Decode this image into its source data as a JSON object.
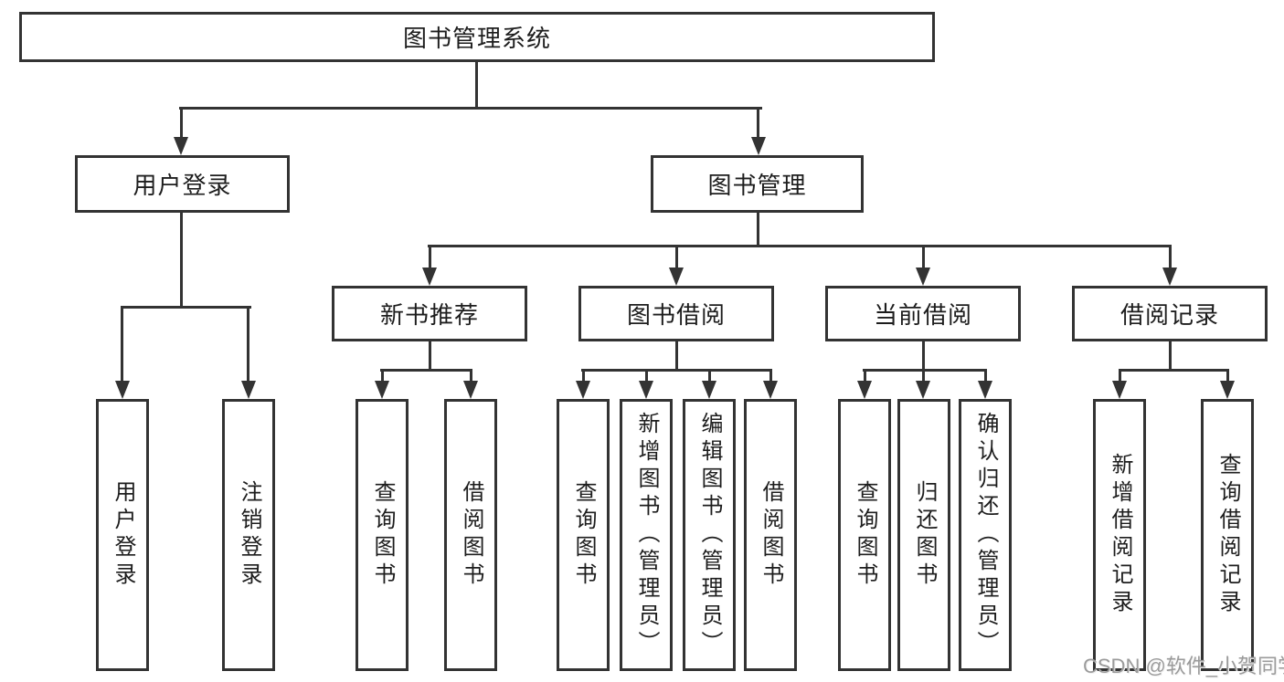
{
  "tree": {
    "label": "图书管理系统",
    "children": [
      {
        "label": "用户登录",
        "children": [
          {
            "label": "用户登录"
          },
          {
            "label": "注销登录"
          }
        ]
      },
      {
        "label": "图书管理",
        "children": [
          {
            "label": "新书推荐",
            "children": [
              {
                "label": "查询图书"
              },
              {
                "label": "借阅图书"
              }
            ]
          },
          {
            "label": "图书借阅",
            "children": [
              {
                "label": "查询图书"
              },
              {
                "label": "新增图书（管理员）"
              },
              {
                "label": "编辑图书（管理员）"
              },
              {
                "label": "借阅图书"
              }
            ]
          },
          {
            "label": "当前借阅",
            "children": [
              {
                "label": "查询图书"
              },
              {
                "label": "归还图书"
              },
              {
                "label": "确认归还（管理员）"
              }
            ]
          },
          {
            "label": "借阅记录",
            "children": [
              {
                "label": "新增借阅记录"
              },
              {
                "label": "查询借阅记录"
              }
            ]
          }
        ]
      }
    ]
  },
  "watermark": {
    "text": "CSDN @软件_小贺同学"
  },
  "colors": {
    "line": "#333333",
    "text": "#1d1d1d",
    "box_fill": "#ffffff",
    "watermark": "#9b9b9b",
    "background": "#ffffff"
  }
}
